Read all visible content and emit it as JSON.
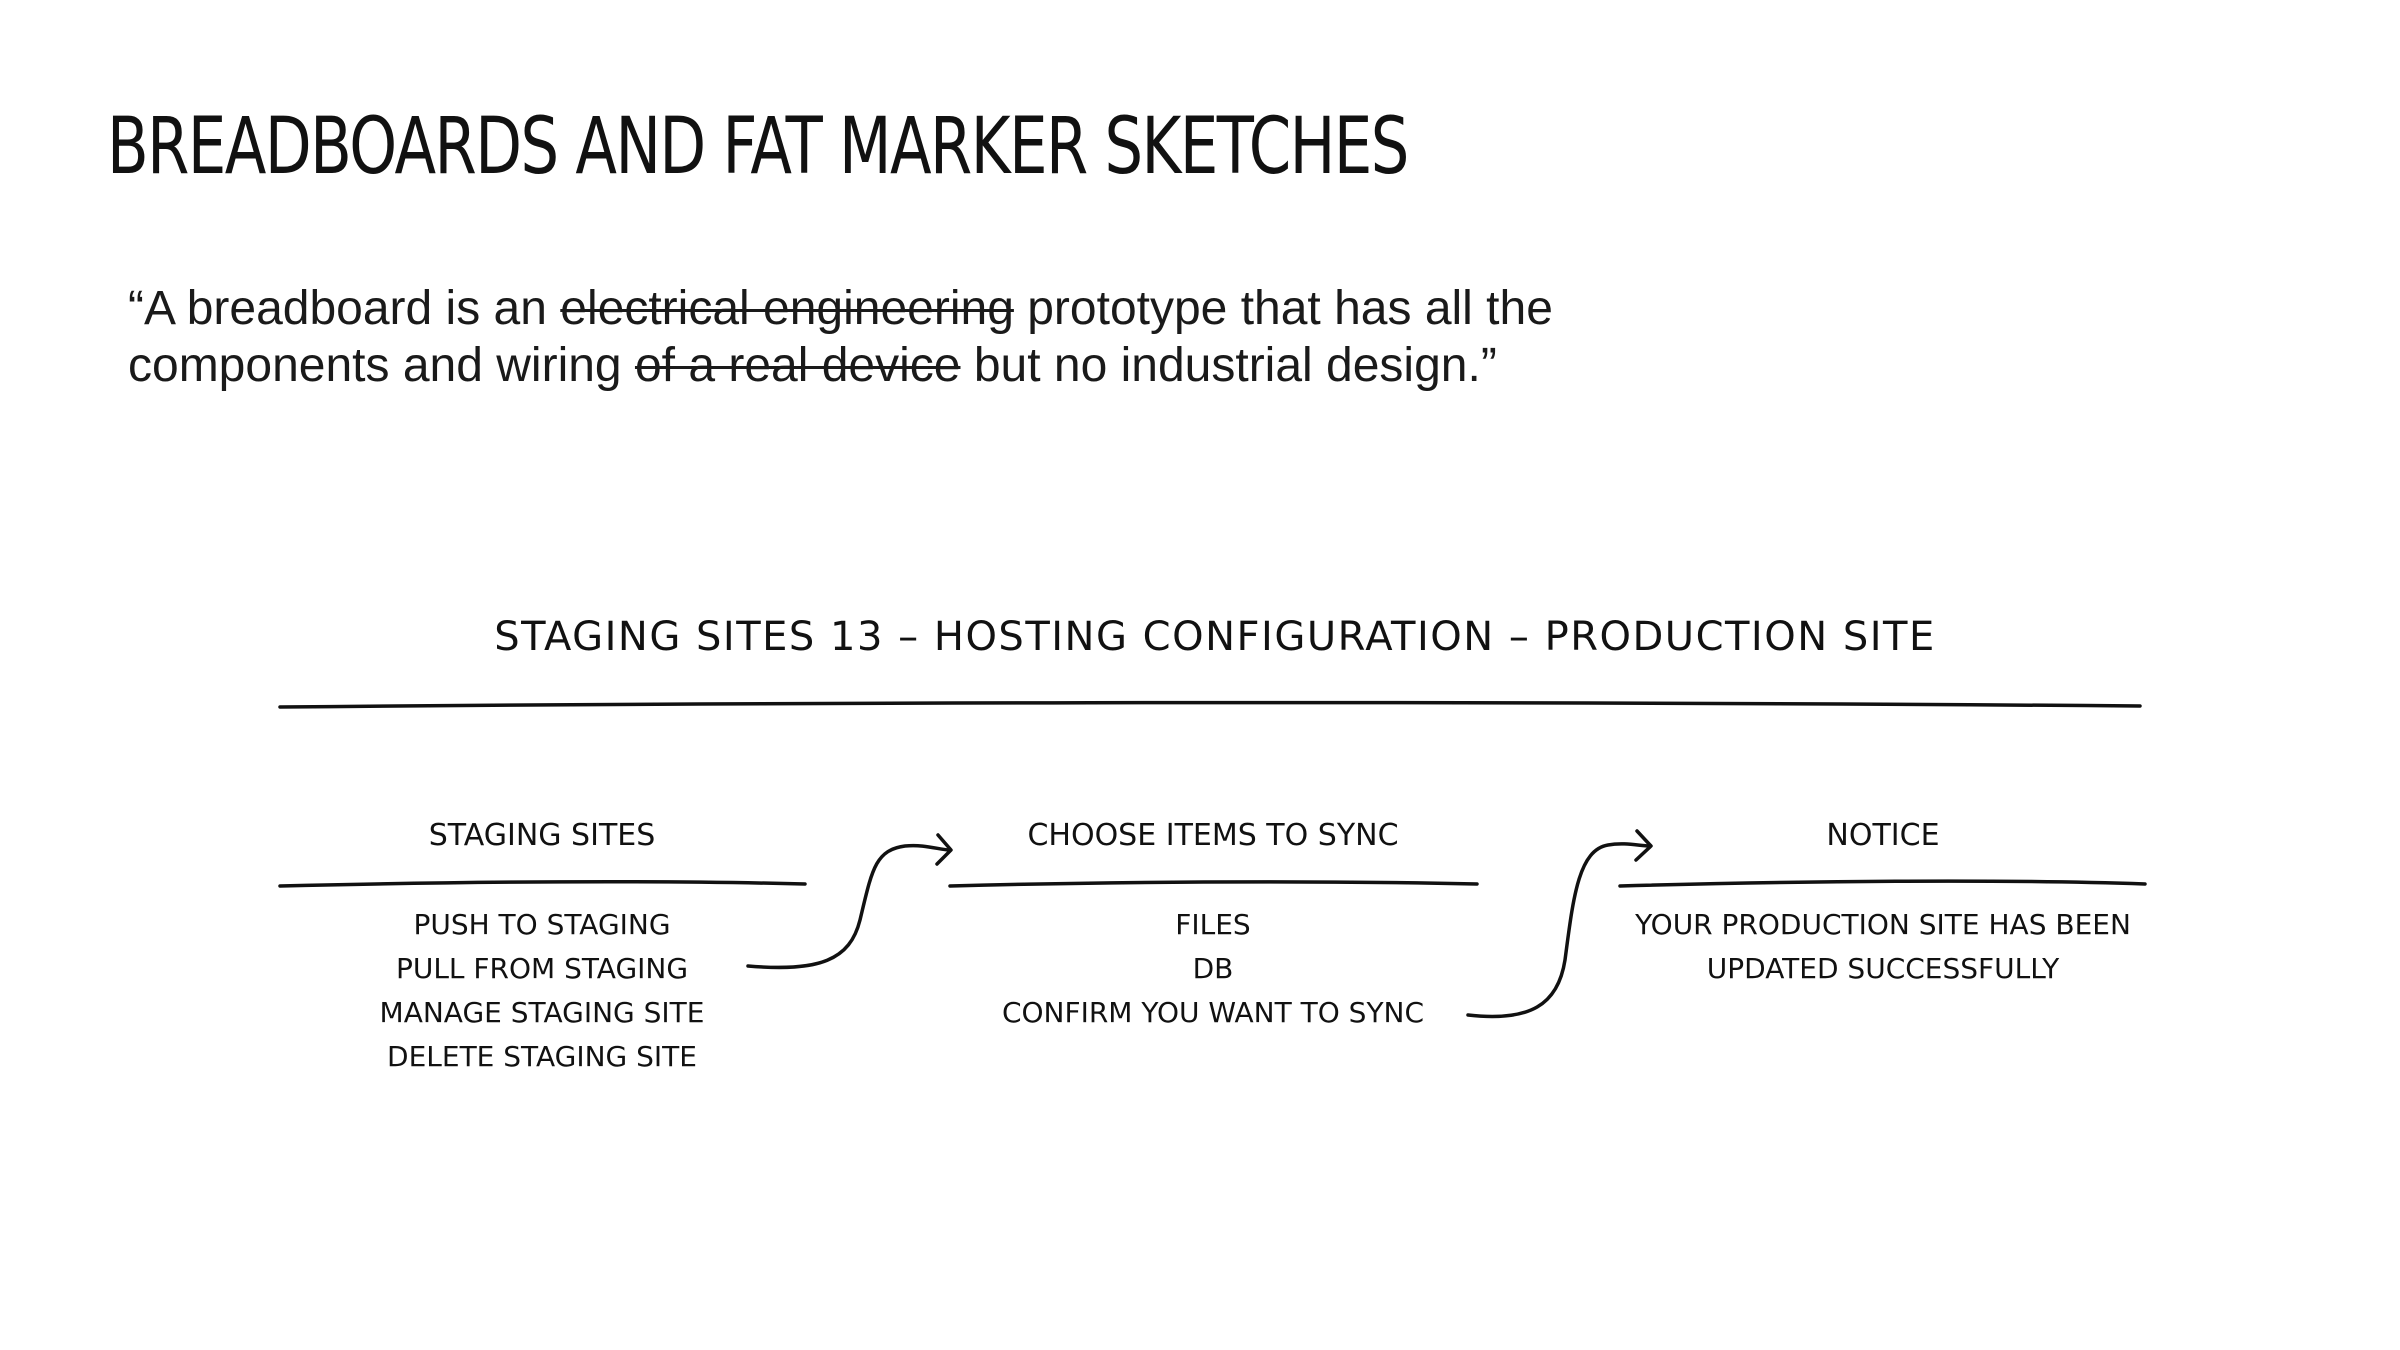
{
  "title": "BREADBOARDS AND FAT MARKER SKETCHES",
  "quote": {
    "open": "“A breadboard is an ",
    "struck_1": "electrical engineering",
    "mid_1": " prototype that has all the",
    "line2_start": "components and wiring ",
    "struck_2": "of a real device",
    "close": " but no industrial design.”"
  },
  "sketch": {
    "heading": "STAGING SITES 13 – HOSTING CONFIGURATION – PRODUCTION SITE",
    "screens": [
      {
        "title": "STAGING SITES",
        "items": [
          "PUSH TO STAGING",
          "PULL FROM STAGING",
          "MANAGE STAGING SITE",
          "DELETE STAGING SITE"
        ]
      },
      {
        "title": "CHOOSE ITEMS TO SYNC",
        "items": [
          "FILES",
          "DB",
          "CONFIRM YOU WANT TO SYNC"
        ]
      },
      {
        "title": "NOTICE",
        "items": [
          "YOUR PRODUCTION SITE HAS BEEN",
          "UPDATED SUCCESSFULLY"
        ]
      }
    ]
  }
}
